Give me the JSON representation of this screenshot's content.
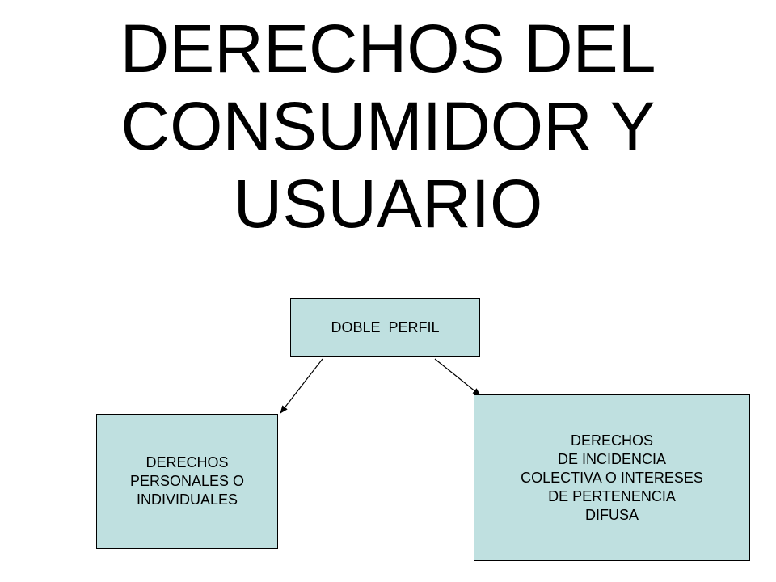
{
  "title": {
    "lines": [
      "DERECHOS DEL",
      "CONSUMIDOR Y",
      "USUARIO"
    ]
  },
  "diagram": {
    "box_fill": "#bfe0e0",
    "box_border": "#000000",
    "root": {
      "label": "DOBLE  PERFIL"
    },
    "left_child": {
      "lines": [
        "DERECHOS",
        "PERSONALES O",
        "INDIVIDUALES"
      ]
    },
    "right_child": {
      "lines": [
        "DERECHOS",
        "DE INCIDENCIA",
        "COLECTIVA O INTERESES",
        "DE PERTENENCIA",
        "DIFUSA"
      ]
    }
  }
}
